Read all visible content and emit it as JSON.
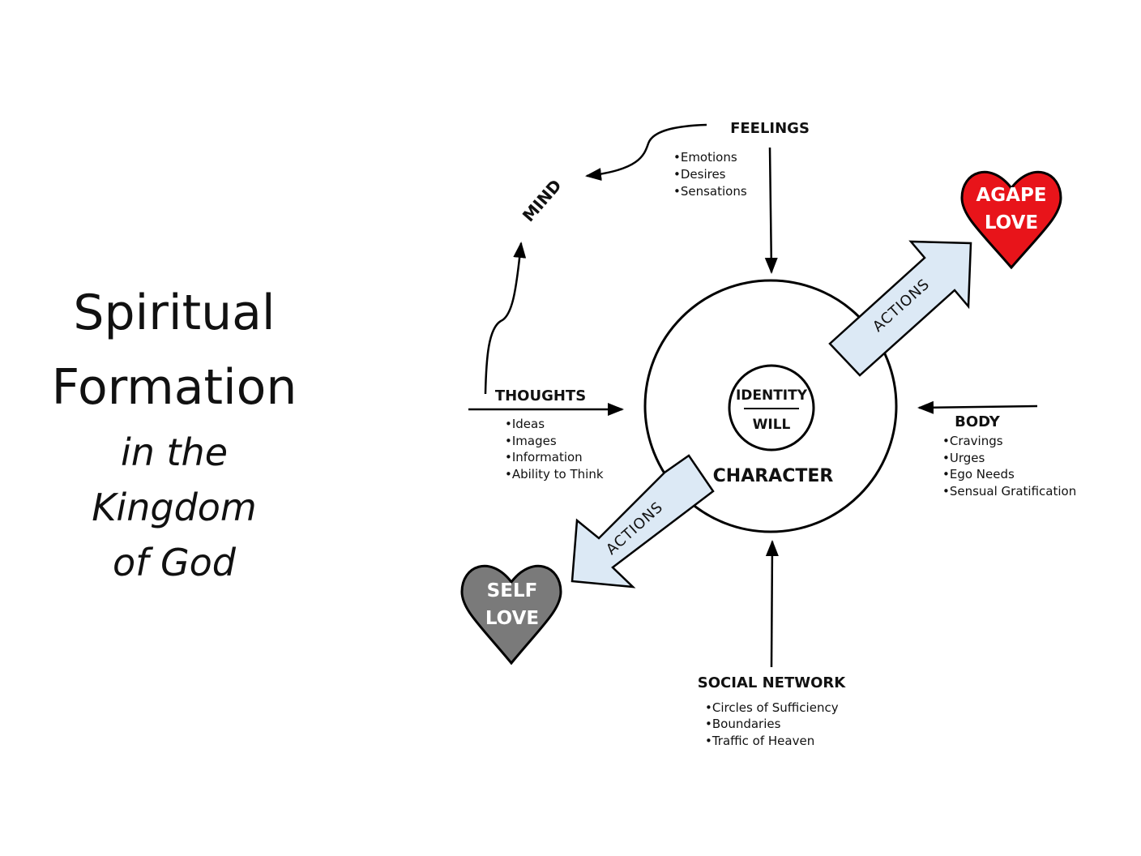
{
  "title": {
    "line1": "Spiritual",
    "line2": "Formation",
    "line3": "in the",
    "line4": "Kingdom",
    "line5": "of God"
  },
  "center": {
    "identity": "IDENTITY",
    "will": "WILL",
    "character": "CHARACTER"
  },
  "mind": "MIND",
  "feelings": {
    "header": "FEELINGS",
    "items": [
      "•Emotions",
      "•Desires",
      "•Sensations"
    ]
  },
  "thoughts": {
    "header": "THOUGHTS",
    "items": [
      "•Ideas",
      "•Images",
      "•Information",
      "•Ability to Think"
    ]
  },
  "body_group": {
    "header": "BODY",
    "items": [
      "•Cravings",
      "•Urges",
      "•Ego Needs",
      "•Sensual Gratification"
    ]
  },
  "social": {
    "header": "SOCIAL NETWORK",
    "items": [
      "•Circles of Sufficiency",
      "•Boundaries",
      "•Traffic of Heaven"
    ]
  },
  "actions": {
    "up": "ACTIONS",
    "down": "ACTIONS"
  },
  "hearts": {
    "agape": {
      "line1": "AGAPE",
      "line2": "LOVE",
      "color": "#e8141a"
    },
    "self": {
      "line1": "SELF",
      "line2": "LOVE",
      "color": "#7a7a7a"
    }
  },
  "colors": {
    "arrow_fill": "#dce9f5",
    "stroke": "#000000"
  }
}
